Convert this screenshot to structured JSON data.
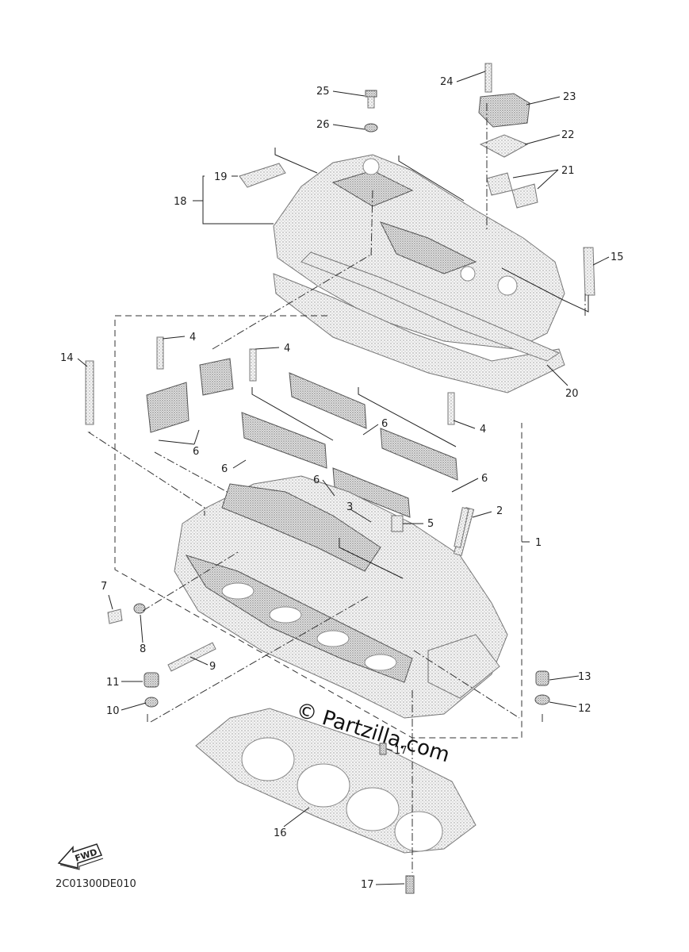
{
  "diagram": {
    "diagram_code": "2C01300DE010",
    "watermark": "© Partzilla.com",
    "fwd_label": "FWD",
    "callouts": {
      "c1": "1",
      "c2": "2",
      "c3": "3",
      "c4a": "4",
      "c4b": "4",
      "c4c": "4",
      "c5": "5",
      "c6a": "6",
      "c6b": "6",
      "c6c": "6",
      "c6d": "6",
      "c6e": "6",
      "c7": "7",
      "c8": "8",
      "c9": "9",
      "c10": "10",
      "c11": "11",
      "c12": "12",
      "c13": "13",
      "c14": "14",
      "c15": "15",
      "c16": "16",
      "c17a": "17",
      "c17b": "17",
      "c18": "18",
      "c19": "19",
      "c20": "20",
      "c21": "21",
      "c22": "22",
      "c23": "23",
      "c24": "24",
      "c25": "25",
      "c26": "26"
    }
  }
}
